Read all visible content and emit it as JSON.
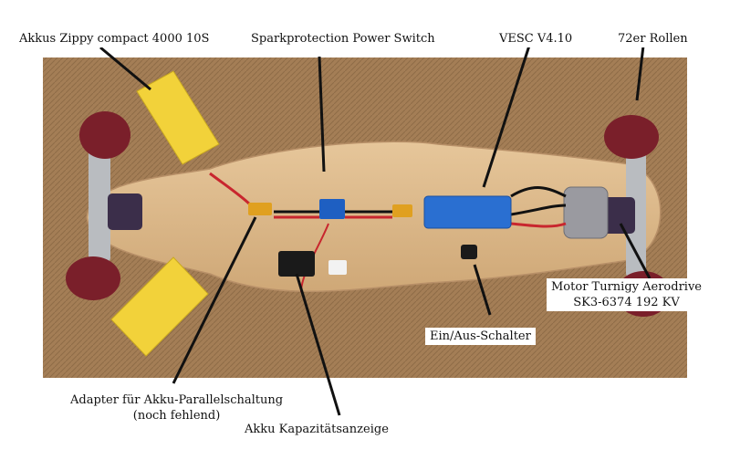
{
  "labels": {
    "battery": "Akkus Zippy compact 4000 10S",
    "spark_switch": "Sparkprotection Power Switch",
    "vesc": "VESC V4.10",
    "wheels": "72er Rollen",
    "motor_line1": "Motor Turnigy Aerodrive",
    "motor_line2": "SK3-6374 192 KV",
    "on_off": "Ein/Aus-Schalter",
    "adapter_line1": "Adapter für Akku-Parallelschaltung",
    "adapter_line2": "(noch fehlend)",
    "capacity": "Akku Kapazitätsanzeige"
  },
  "colors": {
    "carpet": "#a47e56",
    "deck": "#dcb98a",
    "battery": "#f2d23a",
    "wheel": "#7a1f2a",
    "vesc": "#2a6fd1"
  }
}
